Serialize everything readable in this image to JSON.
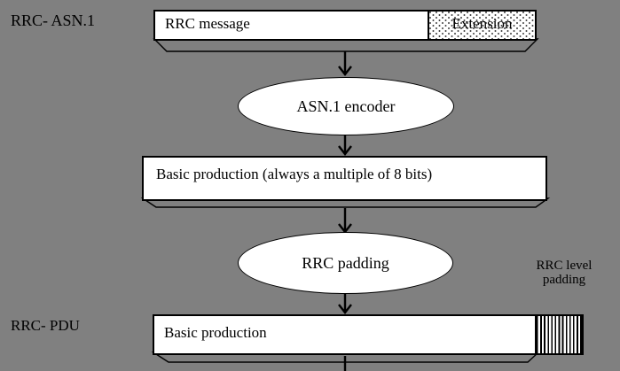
{
  "diagram": {
    "side_labels": {
      "top_left": "RRC- ASN.1",
      "bottom_left": "RRC- PDU"
    },
    "nodes": {
      "rrc_message_box": {
        "label": "RRC message",
        "extension_label": "Extension"
      },
      "asn1_encoder_ellipse": {
        "label": "ASN.1 encoder"
      },
      "basic_production_full_box": {
        "label": "Basic production (always a multiple of 8 bits)"
      },
      "rrc_padding_ellipse": {
        "label": "RRC padding"
      },
      "basic_production_box": {
        "label": "Basic production"
      },
      "rrc_level_padding": {
        "label": "RRC level padding"
      }
    },
    "colors": {
      "background": "#808080",
      "node_fill": "#ffffff",
      "line": "#000000"
    }
  }
}
